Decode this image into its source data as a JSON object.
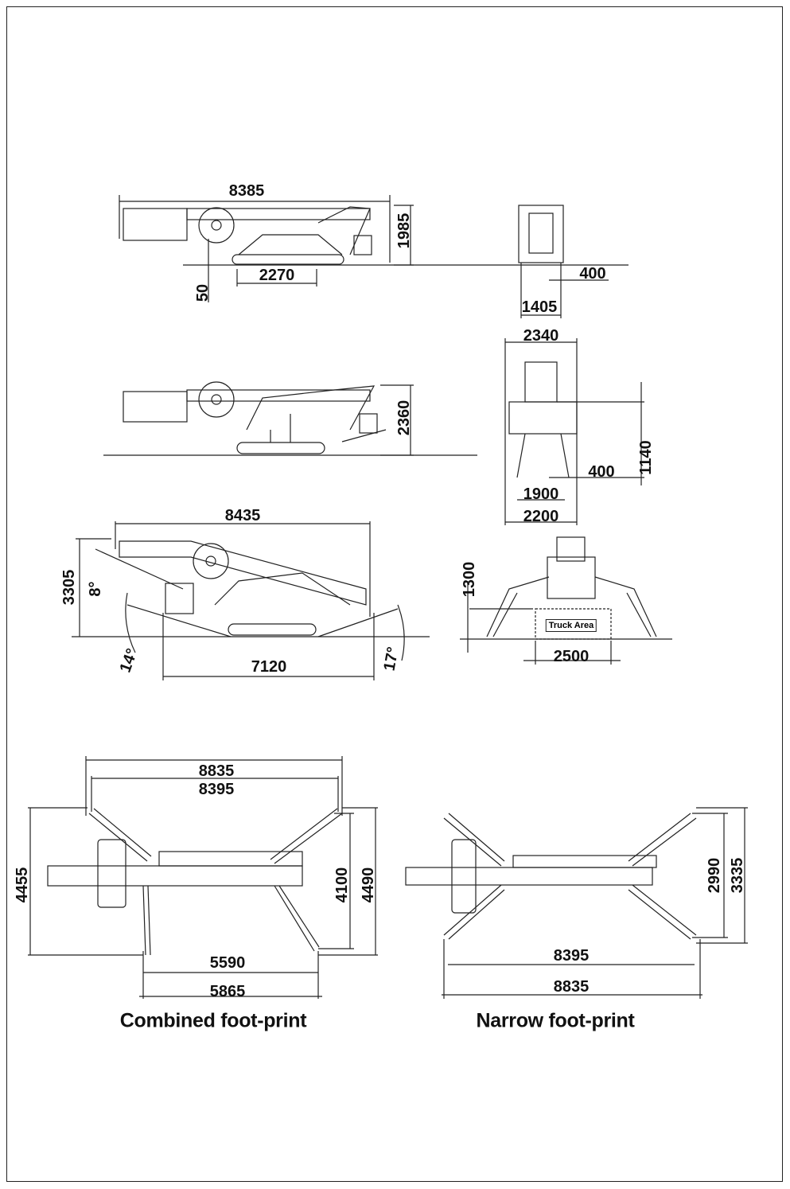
{
  "side_view_stowed": {
    "overall_length": "8385",
    "height": "1985",
    "track_length": "2270",
    "ground_clearance": "50"
  },
  "front_view_stowed": {
    "offset": "400",
    "width": "1405"
  },
  "side_view_raised": {
    "height": "2360"
  },
  "front_view_raised": {
    "top_width": "2340",
    "offset": "400",
    "height": "1140",
    "inner_width": "1900",
    "outer_width": "2200"
  },
  "side_view_extended": {
    "overall_length": "8435",
    "height": "3305",
    "boom_angle": "8°",
    "rear_angle": "14°",
    "outrigger_span": "7120",
    "front_angle": "17°"
  },
  "truck_view": {
    "height": "1300",
    "truck_label": "Truck Area",
    "truck_width": "2500"
  },
  "combined_footprint": {
    "caption": "Combined foot-print",
    "outer_length": "8835",
    "inner_length": "8395",
    "overall_width": "4455",
    "inner_width": "4100",
    "outer_width": "4490",
    "short_span": "5590",
    "long_span": "5865"
  },
  "narrow_footprint": {
    "caption": "Narrow foot-print",
    "inner_width": "2990",
    "outer_width": "3335",
    "inner_length": "8395",
    "outer_length": "8835"
  }
}
